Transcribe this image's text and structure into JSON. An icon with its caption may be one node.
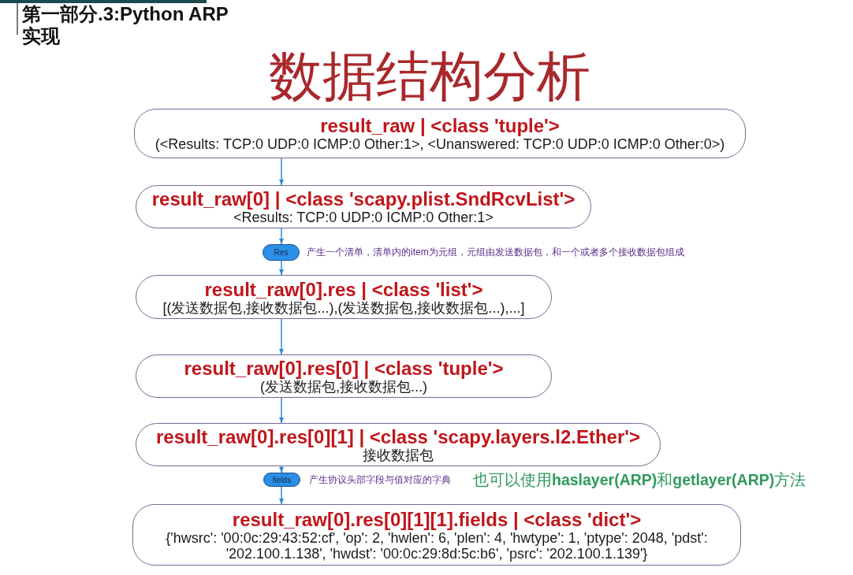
{
  "diagram": {
    "title": "数据结构分析",
    "nodes": [
      {
        "text": [
          "result_raw | <class 'tuple'>",
          "(<Results: TCP:0 UDP:0 ICMP:0 Other:1>, <Unanswered: TCP:0 UDP:0 ICMP:0 Other:0>)"
        ]
      },
      {
        "text": [
          "result_raw[0] | <class 'scapy.plist.SndRcvList'>",
          "<Results: TCP:0 UDP:0 ICMP:0 Other:1>"
        ]
      },
      {
        "text": [
          "Res"
        ],
        "beside": [
          "产生一个清单，清单内的item为元组，元组由发送数据包，和一个或者多个接收数据包组成"
        ]
      },
      {
        "text": [
          "result_raw[0].res | <class 'list'>",
          "[(发送数据包,接收数据包...),(发送数据包,接收数据包...),...]"
        ]
      },
      {
        "text": [
          "result_raw[0].res[0] | <class 'tuple'>",
          "(发送数据包,接收数据包...)"
        ]
      },
      {
        "text": [
          "result_raw[0].res[0][1] | <class 'scapy.layers.l2.Ether'>",
          "接收数据包"
        ]
      },
      {
        "text": [
          "fields"
        ],
        "beside": [
          "产生协议头部字段与值对应的字典"
        ]
      },
      {
        "text": [
          "result_raw[0].res[0][1][1].fields | <class 'dict'>",
          "{'hwsrc': '00:0c:29:43:52:cf', 'op': 2, 'hwlen': 6, 'plen': 4, 'hwtype': 1, 'ptype': 2048, 'pdst': '202.100.1.138', 'hwdst': '00:0c:29:8d:5c:b6', 'psrc': '202.100.1.139'}"
        ]
      }
    ],
    "edges": [
      {
        "from": 0,
        "to": 1,
        "arrow": "to"
      },
      {
        "from": 1,
        "to": 2,
        "arrow": "to"
      },
      {
        "from": 2,
        "to": 3,
        "arrow": "to"
      },
      {
        "from": 3,
        "to": 4,
        "arrow": "to"
      },
      {
        "from": 4,
        "to": 5,
        "arrow": "to"
      },
      {
        "from": 5,
        "to": 6,
        "arrow": "to"
      },
      {
        "from": 6,
        "to": 7,
        "arrow": "to"
      }
    ],
    "labels": [
      "第一部分.3:Python ARP实现",
      "也可以使用**haslayer(ARP)**和**getlayer(ARP)**方法"
    ]
  }
}
